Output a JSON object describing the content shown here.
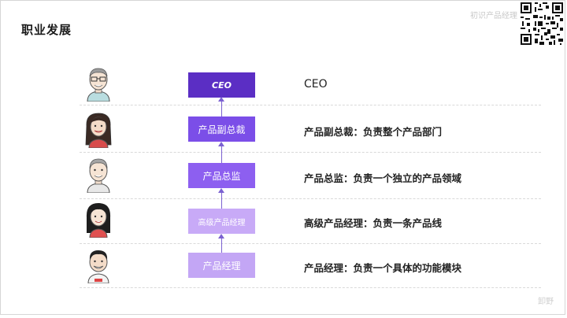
{
  "slide": {
    "title": "职业发展",
    "brand_top": "初识产品经理",
    "brand_bottom": "卸野"
  },
  "levels": [
    {
      "box": "CEO",
      "desc": "CEO"
    },
    {
      "box": "产品副总裁",
      "desc": "产品副总裁：负责整个产品部门"
    },
    {
      "box": "产品总监",
      "desc": "产品总监：负责一个独立的产品领域"
    },
    {
      "box": "高级产品经理",
      "desc": "高级产品经理：负责一条产品线"
    },
    {
      "box": "产品经理",
      "desc": "产品经理：负责一个具体的功能模块"
    }
  ],
  "colors": {
    "ceo": "#5b2ec4",
    "vp": "#7b4ee8",
    "director": "#8d5ff0",
    "senior": "#c8aaf7",
    "pm": "#c3a6f5",
    "arrow": "#7b61d1"
  },
  "icons": {
    "qr": "qr-code-icon",
    "avatars": [
      "avatar-man-glasses-icon",
      "avatar-woman-long-hair-icon",
      "avatar-man-gray-hair-icon",
      "avatar-woman-black-hair-icon",
      "avatar-man-young-icon"
    ]
  }
}
